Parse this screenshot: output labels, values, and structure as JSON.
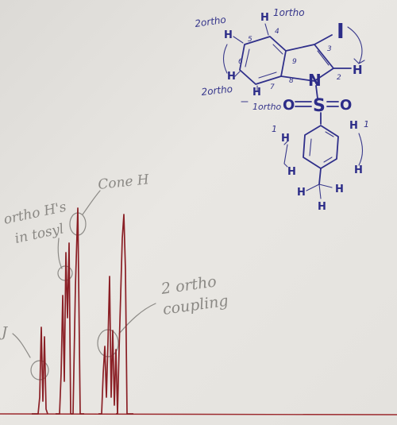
{
  "pencil_notes": {
    "left_edge": "J",
    "ortho_aryl_line1": "ortho H's",
    "ortho_aryl_line2": "in tosyl",
    "cone": "Cone H",
    "coupling_line1": "2 ortho",
    "coupling_line2": "coupling"
  },
  "structure_labels": {
    "upper_2ortho": "2ortho",
    "upper_1ortho": "1ortho",
    "lower_2ortho": "2ortho",
    "lower_1ortho": "1ortho",
    "iodo": "I",
    "nitrogen": "N",
    "sulfur": "S",
    "oxygen_left": "O",
    "oxygen_right": "O",
    "hydrogen": "H",
    "tosyl_1_left": "1",
    "tosyl_1_right": "1",
    "ring_5": "5",
    "ring_6": "6",
    "ring_7": "7",
    "ring_8": "8",
    "ring_3": "3",
    "ring_2": "2",
    "ring_4": "4",
    "ring_9": "9"
  },
  "colors": {
    "paper": "#e7e5e1",
    "pencil": "#8c8a86",
    "blue_ink": "#2f2f8a",
    "spectrum": "#8a1f25"
  }
}
